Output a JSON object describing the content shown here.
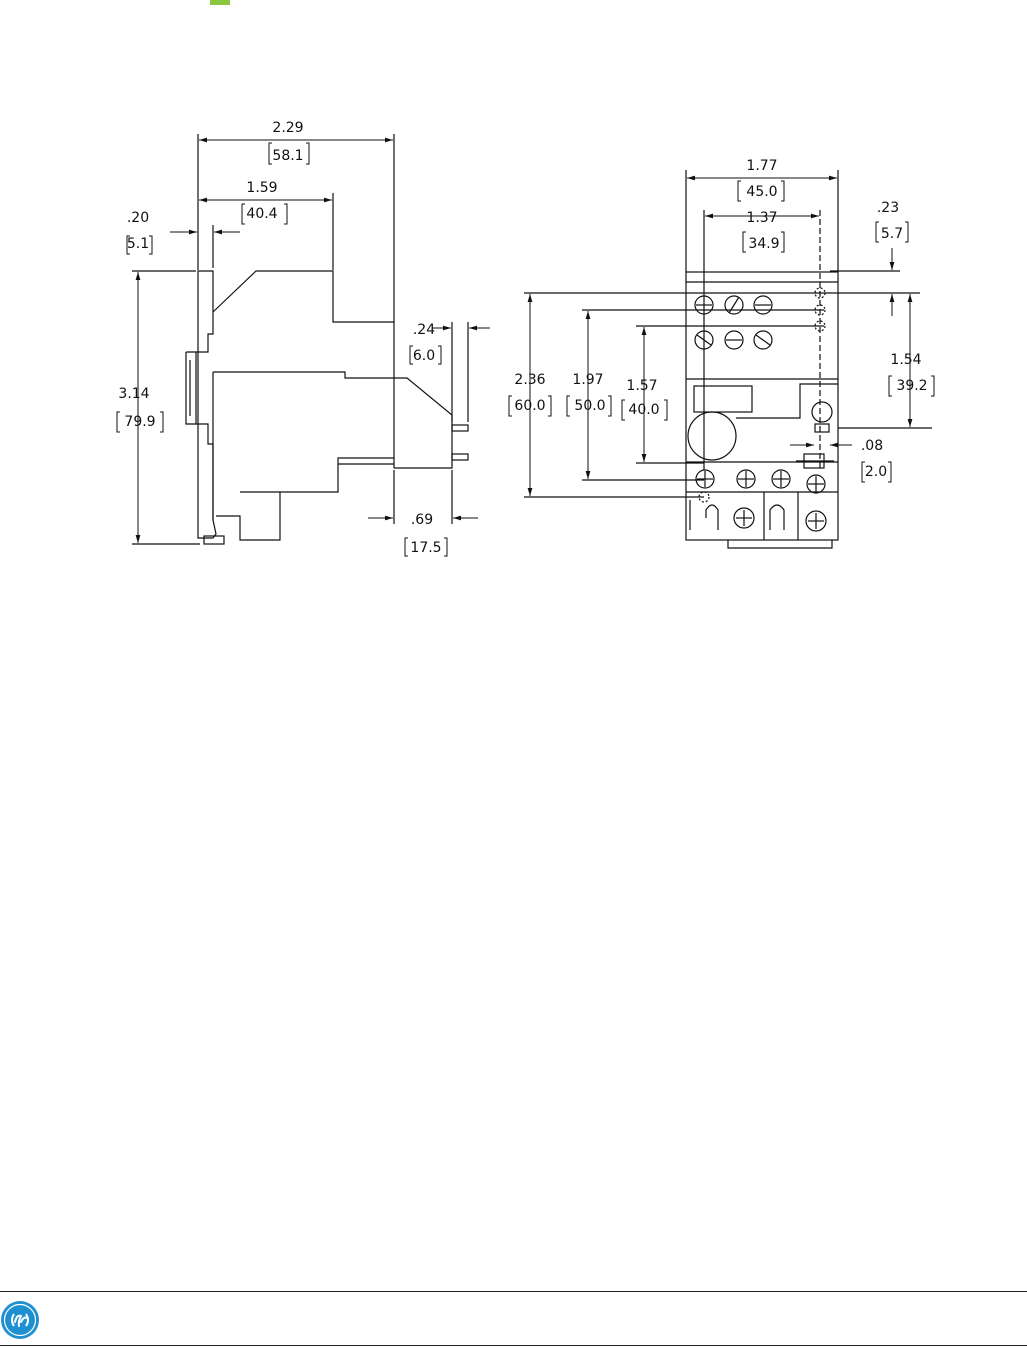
{
  "colors": {
    "accent_green": "#8dc63f",
    "ge_blue": "#1e8fd0",
    "line": "#111111"
  },
  "side_view": {
    "overall_width": {
      "in": "2.29",
      "mm": "58.1"
    },
    "body_width": {
      "in": "1.59",
      "mm": "40.4"
    },
    "rail_offset": {
      "in": ".20",
      "mm": "5.1"
    },
    "height": {
      "in": "3.14",
      "mm": "79.9"
    },
    "pin_projection": {
      "in": ".24",
      "mm": "6.0"
    },
    "pin_depth": {
      "in": ".69",
      "mm": "17.5"
    }
  },
  "front_view": {
    "overall_width": {
      "in": "1.77",
      "mm": "45.0"
    },
    "pin_spacing": {
      "in": "1.37",
      "mm": "34.9"
    },
    "top_offset": {
      "in": ".23",
      "mm": "5.7"
    },
    "mount_height": {
      "in": "2.36",
      "mm": "60.0"
    },
    "pin_height_a": {
      "in": "1.97",
      "mm": "50.0"
    },
    "pin_height_b": {
      "in": "1.57",
      "mm": "40.0"
    },
    "right_height": {
      "in": "1.54",
      "mm": "39.2"
    },
    "small_offset": {
      "in": ".08",
      "mm": "2.0"
    }
  },
  "footer": {
    "logo_icon": "ge-logo-icon"
  }
}
